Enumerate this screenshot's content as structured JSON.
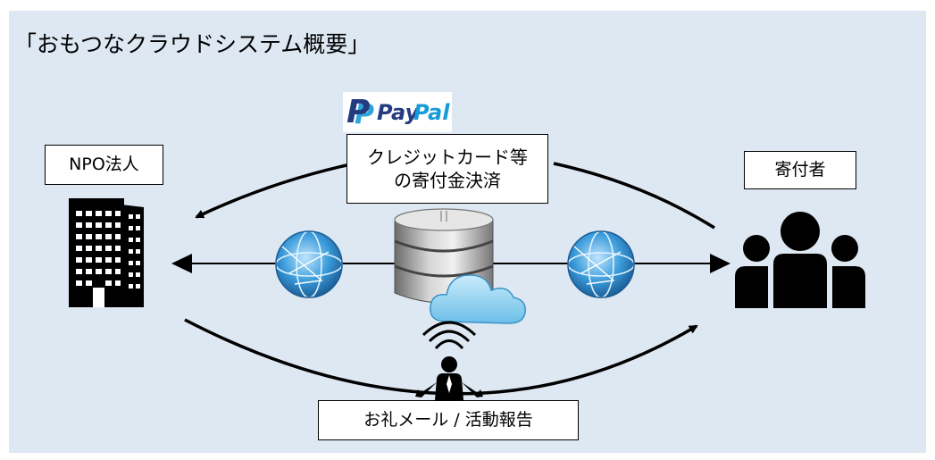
{
  "title": "「おもつなクラウドシステム概要」",
  "nodes": {
    "npo_label": "NPO法人",
    "donor_label": "寄付者"
  },
  "payment": {
    "logo_text_1": "Pay",
    "logo_text_2": "Pal",
    "label": "クレジットカード等\nの寄付金決済"
  },
  "mail": {
    "label": "お礼メール / 活動報告"
  },
  "colors": {
    "background": "#dee8f3",
    "paypal_dark": "#253b80",
    "paypal_light": "#179bd7",
    "cloud": "#8ecff2",
    "globe": "#2a86c8"
  },
  "icons": [
    "office-building-icon",
    "people-group-icon",
    "database-server-icon",
    "cloud-icon",
    "globe-network-icon",
    "person-broadcasting-icon",
    "paypal-logo"
  ]
}
